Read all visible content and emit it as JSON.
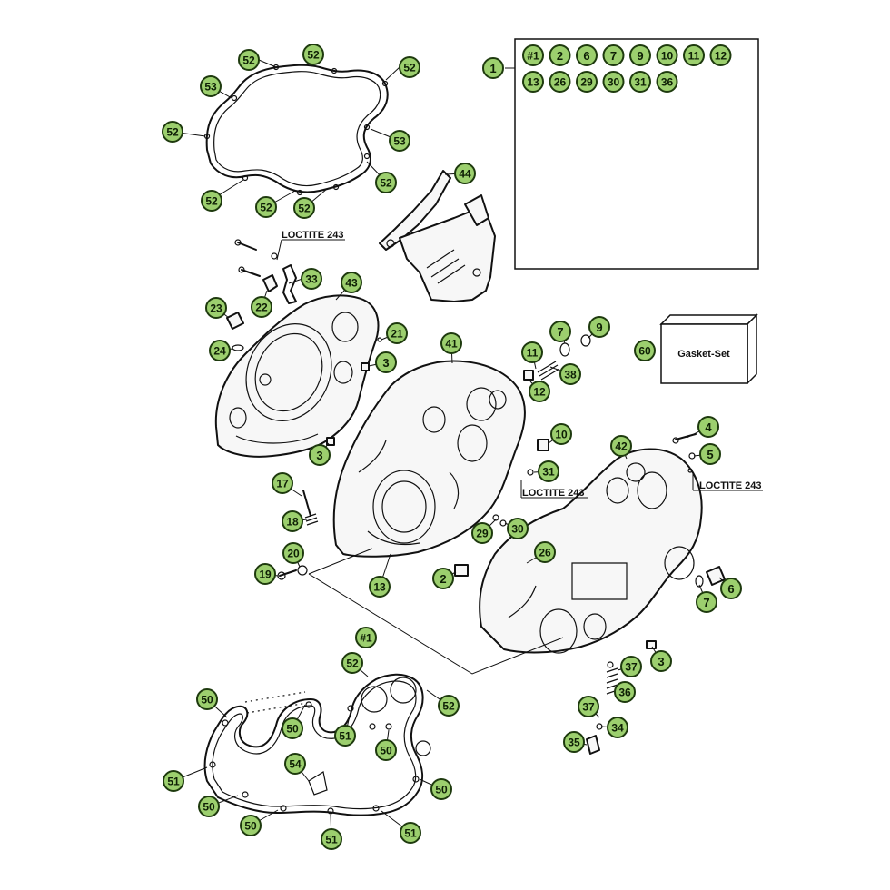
{
  "kit_contents": [
    "#1",
    "2",
    "6",
    "7",
    "9",
    "10",
    "11",
    "12",
    "13",
    "26",
    "29",
    "30",
    "31",
    "36"
  ],
  "kit_callout": "1",
  "annotations": {
    "loctite_a": "LOCTITE 243",
    "loctite_b": "LOCTITE 243",
    "loctite_c": "LOCTITE 243",
    "gasket_set": "Gasket-Set"
  },
  "callouts": [
    {
      "id": "c1",
      "label": "1"
    },
    {
      "id": "c52a",
      "label": "52"
    },
    {
      "id": "c52b",
      "label": "52"
    },
    {
      "id": "c52c",
      "label": "52"
    },
    {
      "id": "c53a",
      "label": "53"
    },
    {
      "id": "c52d",
      "label": "52"
    },
    {
      "id": "c53b",
      "label": "53"
    },
    {
      "id": "c52e",
      "label": "52"
    },
    {
      "id": "c52f",
      "label": "52"
    },
    {
      "id": "c52g",
      "label": "52"
    },
    {
      "id": "c52h",
      "label": "52"
    },
    {
      "id": "c44",
      "label": "44"
    },
    {
      "id": "c33",
      "label": "33"
    },
    {
      "id": "c43",
      "label": "43"
    },
    {
      "id": "c23",
      "label": "23"
    },
    {
      "id": "c22",
      "label": "22"
    },
    {
      "id": "c24",
      "label": "24"
    },
    {
      "id": "c21",
      "label": "21"
    },
    {
      "id": "c3a",
      "label": "3"
    },
    {
      "id": "c41",
      "label": "41"
    },
    {
      "id": "c7",
      "label": "7"
    },
    {
      "id": "c9",
      "label": "9"
    },
    {
      "id": "c11",
      "label": "11"
    },
    {
      "id": "c38",
      "label": "38"
    },
    {
      "id": "c12",
      "label": "12"
    },
    {
      "id": "c60",
      "label": "60"
    },
    {
      "id": "c4",
      "label": "4"
    },
    {
      "id": "c5",
      "label": "5"
    },
    {
      "id": "c10",
      "label": "10"
    },
    {
      "id": "c42",
      "label": "42"
    },
    {
      "id": "c3b",
      "label": "3"
    },
    {
      "id": "c17",
      "label": "17"
    },
    {
      "id": "c31",
      "label": "31"
    },
    {
      "id": "c29",
      "label": "29"
    },
    {
      "id": "c30",
      "label": "30"
    },
    {
      "id": "c18",
      "label": "18"
    },
    {
      "id": "c20",
      "label": "20"
    },
    {
      "id": "c19",
      "label": "19"
    },
    {
      "id": "c13",
      "label": "13"
    },
    {
      "id": "c2",
      "label": "2"
    },
    {
      "id": "c26",
      "label": "26"
    },
    {
      "id": "c6",
      "label": "6"
    },
    {
      "id": "c7b",
      "label": "7"
    },
    {
      "id": "chash1",
      "label": "#1"
    },
    {
      "id": "c3c",
      "label": "3"
    },
    {
      "id": "c37a",
      "label": "37"
    },
    {
      "id": "c36",
      "label": "36"
    },
    {
      "id": "c37b",
      "label": "37"
    },
    {
      "id": "c34",
      "label": "34"
    },
    {
      "id": "c35",
      "label": "35"
    },
    {
      "id": "c52i",
      "label": "52"
    },
    {
      "id": "c52j",
      "label": "52"
    },
    {
      "id": "c50a",
      "label": "50"
    },
    {
      "id": "c50b",
      "label": "50"
    },
    {
      "id": "c51a",
      "label": "51"
    },
    {
      "id": "c50c",
      "label": "50"
    },
    {
      "id": "c54",
      "label": "54"
    },
    {
      "id": "c51b",
      "label": "51"
    },
    {
      "id": "c50d",
      "label": "50"
    },
    {
      "id": "c50e",
      "label": "50"
    },
    {
      "id": "c50f",
      "label": "50"
    },
    {
      "id": "c51c",
      "label": "51"
    },
    {
      "id": "c51d",
      "label": "51"
    }
  ]
}
